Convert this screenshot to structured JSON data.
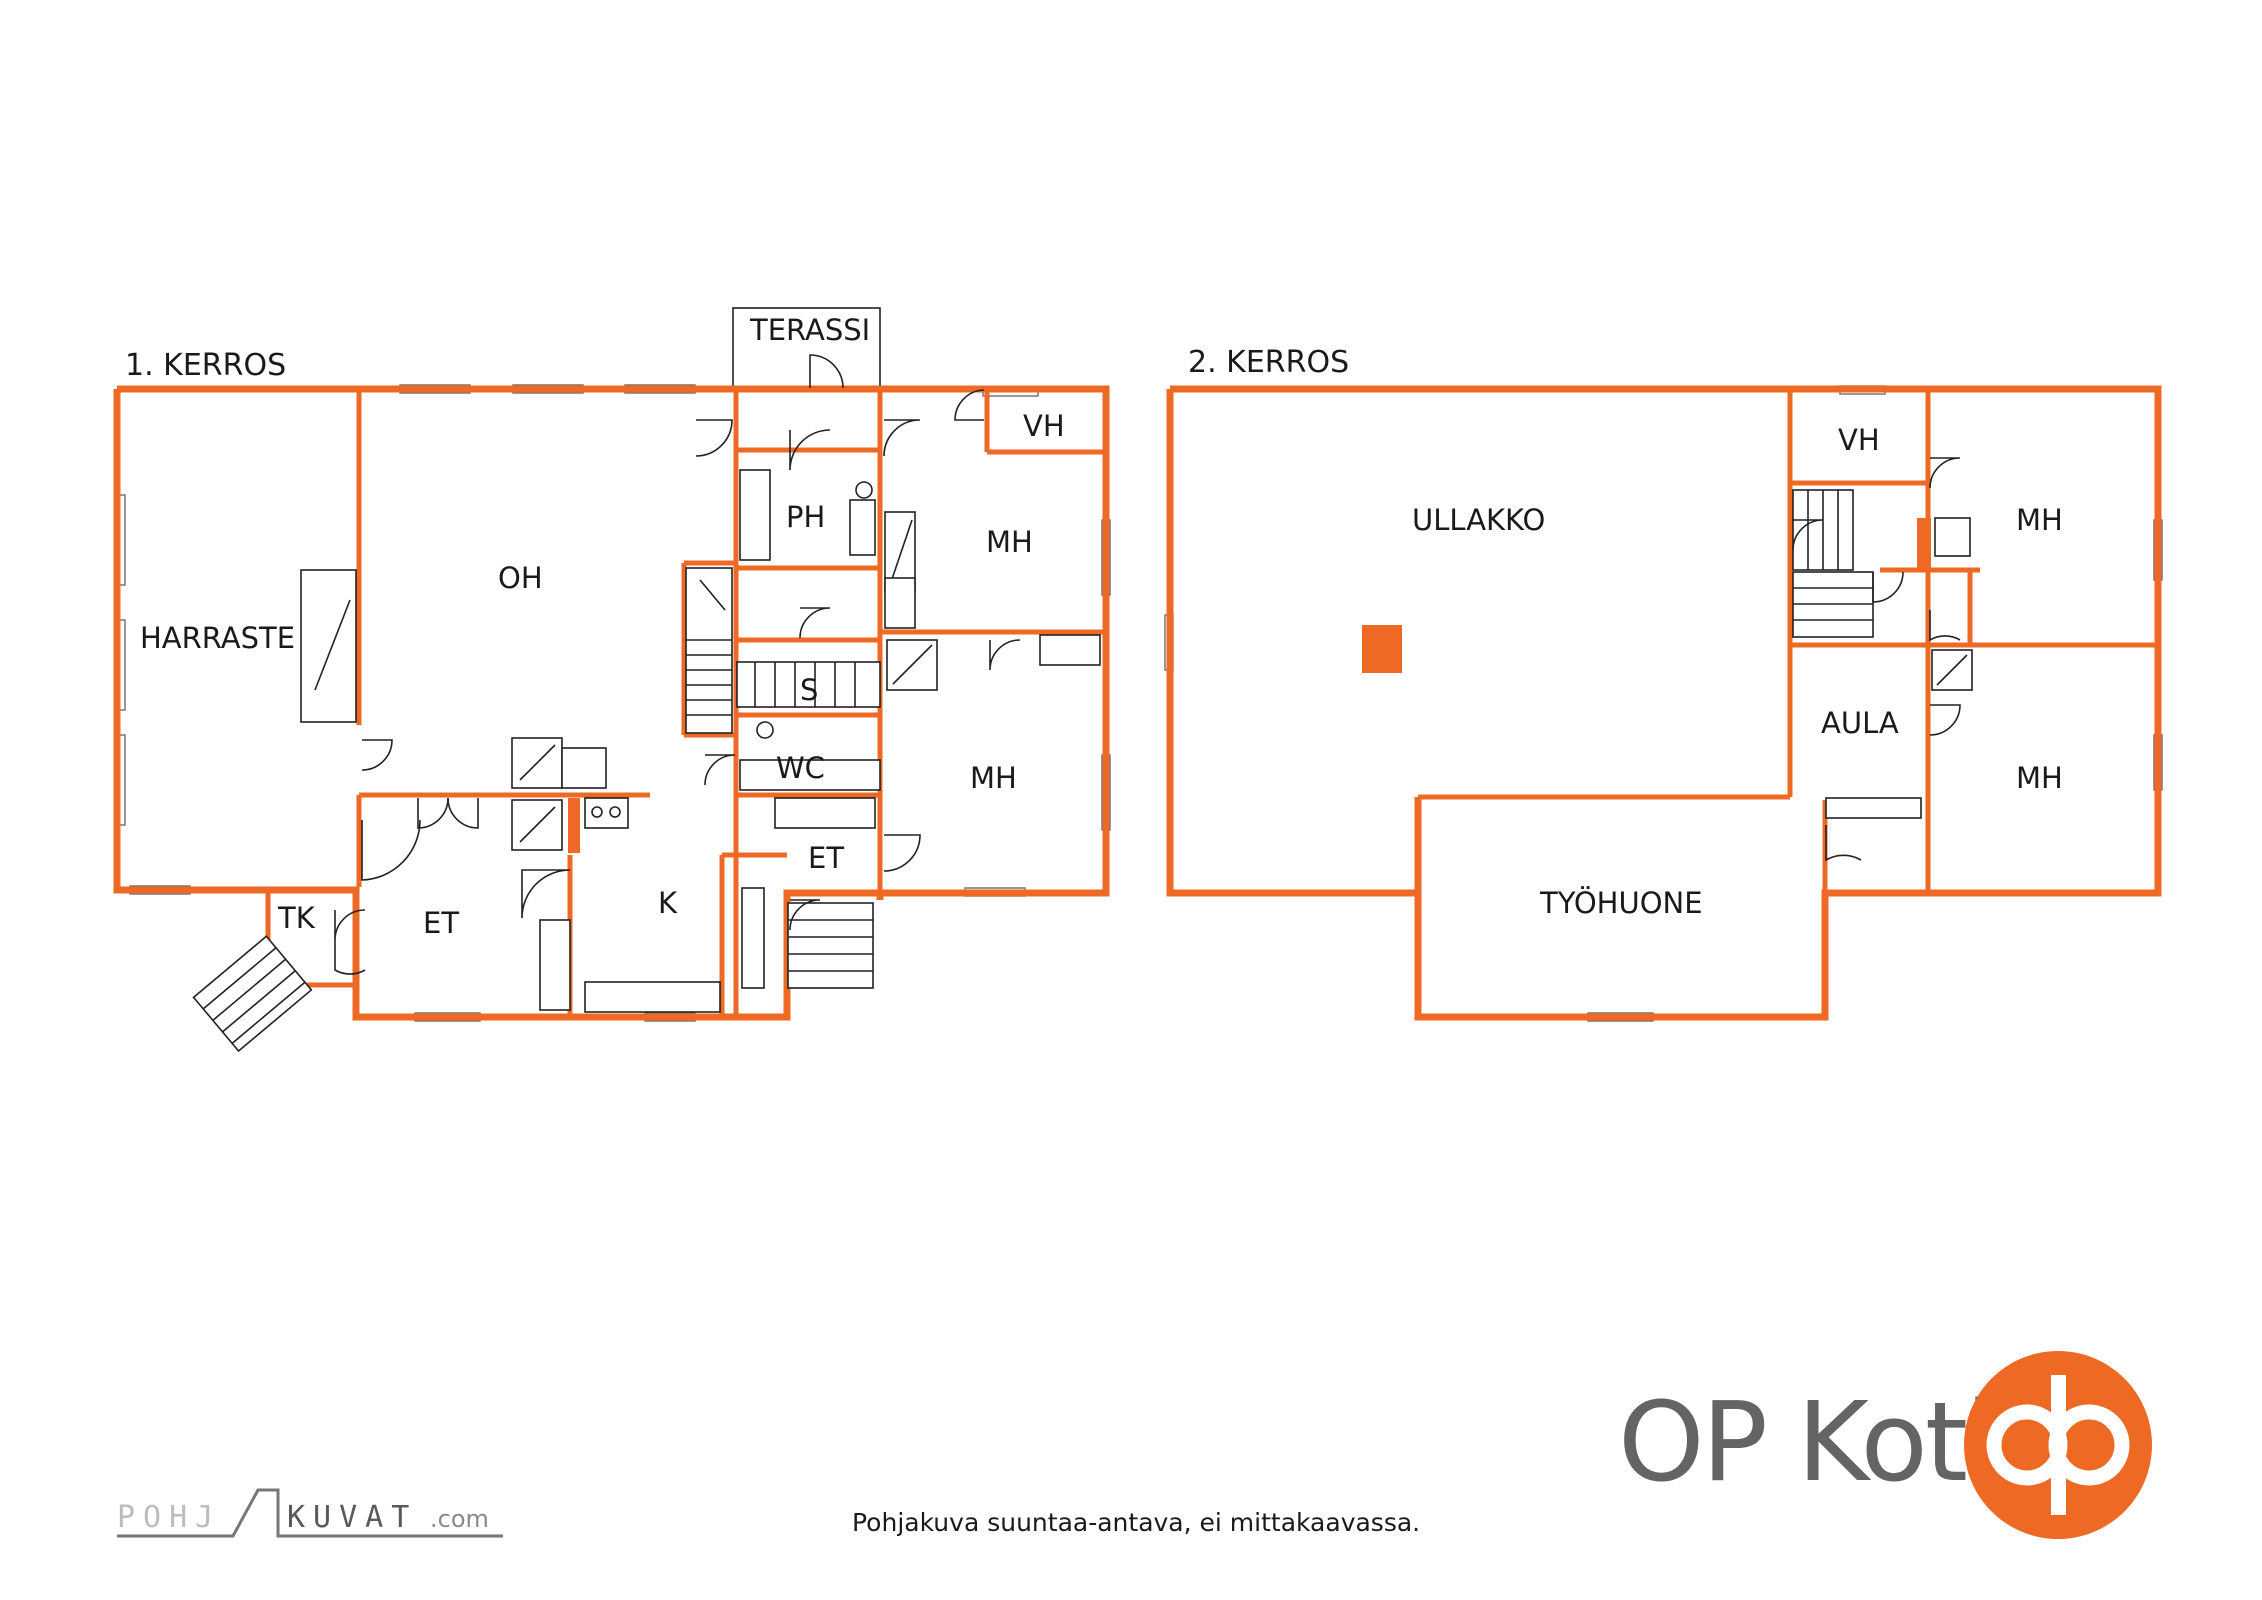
{
  "floors": {
    "first": {
      "title": "1. KERROS",
      "rooms": {
        "terassi": "TERASSI",
        "vh": "VH",
        "ph": "PH",
        "mh_top": "MH",
        "oh": "OH",
        "harraste": "HARRASTE",
        "s": "S",
        "wc": "WC",
        "mh_bottom": "MH",
        "et_right": "ET",
        "k": "K",
        "et_left": "ET",
        "tk": "TK"
      }
    },
    "second": {
      "title": "2. KERROS",
      "rooms": {
        "ullakko": "ULLAKKO",
        "vh": "VH",
        "mh_top": "MH",
        "aula": "AULA",
        "mh_bottom": "MH",
        "tyohuone": "TYÖHUONE"
      }
    }
  },
  "footer": {
    "disclaimer": "Pohjakuva suuntaa-antava, ei mittakaavassa.",
    "pohjakuvat_left": "POHJ",
    "pohjakuvat_right": "KUVAT",
    "pohjakuvat_tld": ".com",
    "brand_text": "OP Koti"
  },
  "colors": {
    "wall": "#EE6A24",
    "brand_gray": "#646464"
  },
  "icons": [
    "op-logo-icon",
    "door-swing-icon",
    "window-icon",
    "stairs-icon"
  ]
}
